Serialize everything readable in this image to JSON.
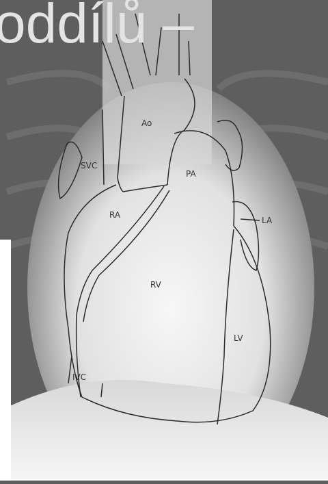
{
  "overlay": {
    "heading_text": "oddílů –"
  },
  "diagram": {
    "labels": {
      "ao": "Ao",
      "svc": "SVC",
      "pa": "PA",
      "ra": "RA",
      "la": "LA",
      "rv": "RV",
      "lv": "LV",
      "ivc": "IVC"
    }
  },
  "colors": {
    "background": "#5e5e5e",
    "heart_fill": "#f2f2f2",
    "outline": "#2a2a2a",
    "heading": "#e4e4e4"
  }
}
